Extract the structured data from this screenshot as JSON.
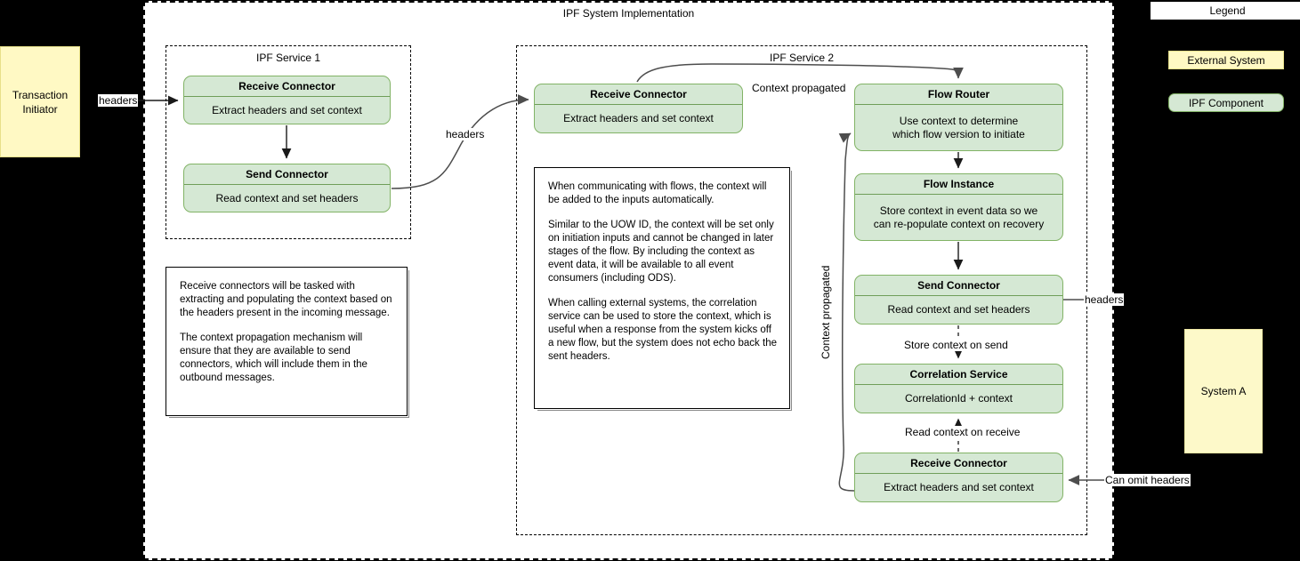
{
  "diagram": {
    "title": "IPF System Implementation",
    "services": [
      {
        "title": "IPF Service 1"
      },
      {
        "title": "IPF Service 2"
      }
    ]
  },
  "external": {
    "transaction_initiator": "Transaction\nInitiator",
    "transaction_initiator_line1": "Transaction",
    "transaction_initiator_line2": "Initiator",
    "system_a": "System A"
  },
  "components": {
    "s1_receive": {
      "title": "Receive Connector",
      "body": "Extract headers and set context"
    },
    "s1_send": {
      "title": "Send Connector",
      "body": "Read context and set headers"
    },
    "s2_receive": {
      "title": "Receive Connector",
      "body": "Extract headers and set context"
    },
    "flow_router": {
      "title": "Flow Router",
      "body_line1": "Use context to determine",
      "body_line2": "which flow version to initiate"
    },
    "flow_instance": {
      "title": "Flow Instance",
      "body_line1": "Store context in event data so we",
      "body_line2": "can re-populate context on recovery"
    },
    "s2_send": {
      "title": "Send Connector",
      "body": "Read context and set headers"
    },
    "correlation_service": {
      "title": "Correlation Service",
      "body": "CorrelationId + context"
    },
    "s2_receive_bottom": {
      "title": "Receive Connector",
      "body": "Extract headers and set context"
    }
  },
  "edge_labels": {
    "headers_in": "headers",
    "headers_s1_to_s2": "headers",
    "context_propagated_top": "Context propagated",
    "context_propagated_vertical": "Context propagated",
    "store_context_on_send": "Store context on send",
    "read_context_on_receive": "Read context on receive",
    "headers_out": "headers",
    "can_omit_headers": "Can omit headers"
  },
  "notes": {
    "left_note": {
      "paragraphs": [
        "Receive connectors will be tasked with extracting and populating the context based on the headers present in the incoming message.",
        "The context propagation mechanism will ensure that they are available to send connectors, which will include them in the outbound messages."
      ],
      "p1": "Receive connectors will be tasked with extracting and populating the context based on the headers present in the incoming message.",
      "p2": "The context propagation mechanism will ensure that they are available to send connectors, which will include them in the outbound messages."
    },
    "center_note": {
      "p1": "When communicating with flows, the context will be added to the inputs automatically.",
      "p2": "Similar to the UOW ID, the context will be set only on initiation inputs and cannot be changed in later stages of the flow. By including the context as event data, it will be available to all event consumers (including ODS).",
      "p3": "When calling external systems, the correlation service can be used to store the context, which is useful when a response from the system kicks off a new flow, but the system does not echo back the sent headers."
    }
  },
  "legend": {
    "title": "Legend",
    "items": [
      {
        "label": "External System",
        "color": "#fff9c4"
      },
      {
        "label": "IPF Component",
        "color": "#d5e8d4"
      }
    ],
    "external_label": "External System",
    "ipf_label": "IPF Component"
  },
  "colors": {
    "component_fill": "#d5e8d4",
    "component_stroke": "#82b366",
    "external_fill": "#fff9c4",
    "external_stroke": "#e8e08a",
    "line": "#4d4d4d",
    "background": "#000000",
    "canvas": "#ffffff"
  }
}
